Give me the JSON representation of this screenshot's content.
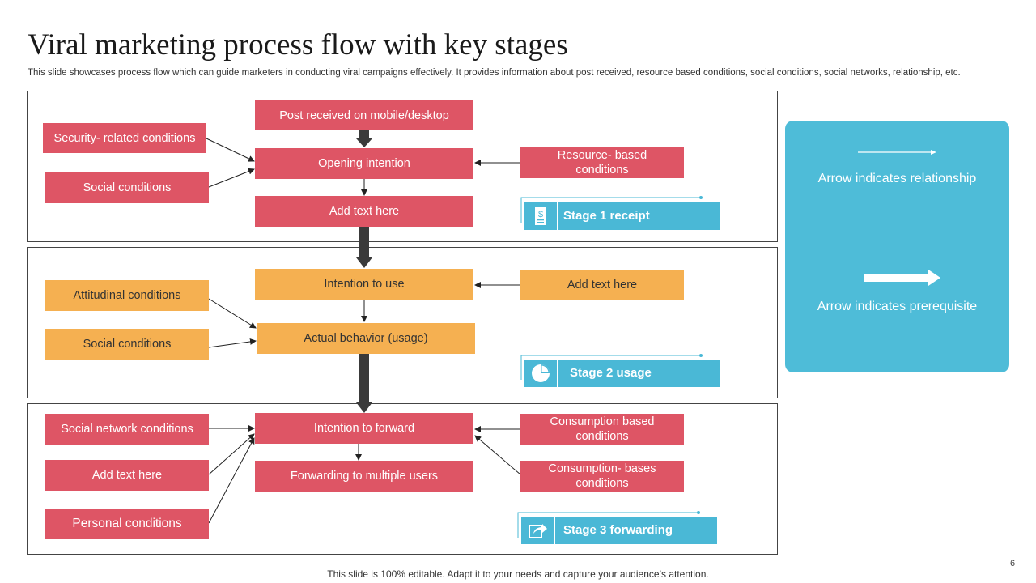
{
  "title": "Viral marketing process flow with key stages",
  "subtitle": "This slide showcases process flow which can  guide marketers in conducting viral campaigns effectively. It provides information about post received, resource based conditions, social conditions, social networks, relationship, etc.",
  "colors": {
    "red": "#de5565",
    "orange": "#f5b051",
    "blue": "#4ab8d6",
    "legend_bg": "#4ebcd8"
  },
  "stage1": {
    "post": "Post received on mobile/desktop",
    "security": "Security- related conditions",
    "opening": "Opening intention",
    "resource": "Resource- based conditions",
    "social": "Social conditions",
    "add_text": "Add text here",
    "label": "Stage 1 receipt",
    "icon": "dollar-document-icon"
  },
  "stage2": {
    "intention": "Intention to use",
    "add_text": "Add text here",
    "attitudinal": "Attitudinal conditions",
    "actual": "Actual behavior (usage)",
    "social": "Social conditions",
    "label": "Stage 2 usage",
    "icon": "pie-chart-icon"
  },
  "stage3": {
    "social_network": "Social network conditions",
    "intention": "Intention to forward",
    "consumption_based": "Consumption based conditions",
    "forwarding": "Forwarding to multiple users",
    "add_text": "Add text here",
    "consumption_bases": "Consumption- bases conditions",
    "personal": "Personal conditions",
    "label": "Stage 3 forwarding",
    "icon": "share-document-icon"
  },
  "legend": {
    "relationship": "Arrow indicates relationship",
    "prerequisite": "Arrow indicates prerequisite"
  },
  "footer": "This slide is 100% editable. Adapt it to your needs and capture your audience’s attention.",
  "page_number": "6"
}
